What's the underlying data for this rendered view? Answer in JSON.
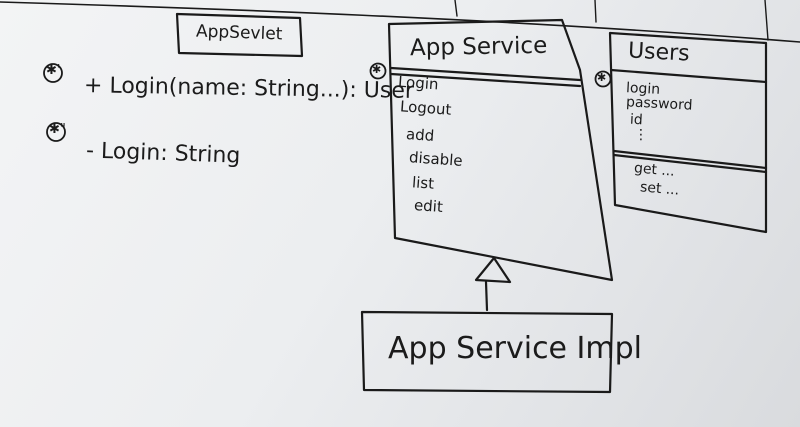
{
  "servlet": {
    "name": "AppSevlet"
  },
  "service": {
    "name": "App Service",
    "marker": "✱",
    "methods": [
      "Login",
      "Logout",
      "add",
      "disable",
      "list",
      "edit"
    ]
  },
  "users": {
    "name": "Users",
    "marker": "✱",
    "fields": [
      "login",
      "password",
      "id",
      "⋮"
    ],
    "methods": [
      "get ...",
      "set ..."
    ]
  },
  "impl": {
    "name": "App Service Impl"
  },
  "notes": [
    {
      "marker": "✱'",
      "text": "+ Login(name: String...): User"
    },
    {
      "marker": "✱\"",
      "text": "- Login: String"
    }
  ]
}
